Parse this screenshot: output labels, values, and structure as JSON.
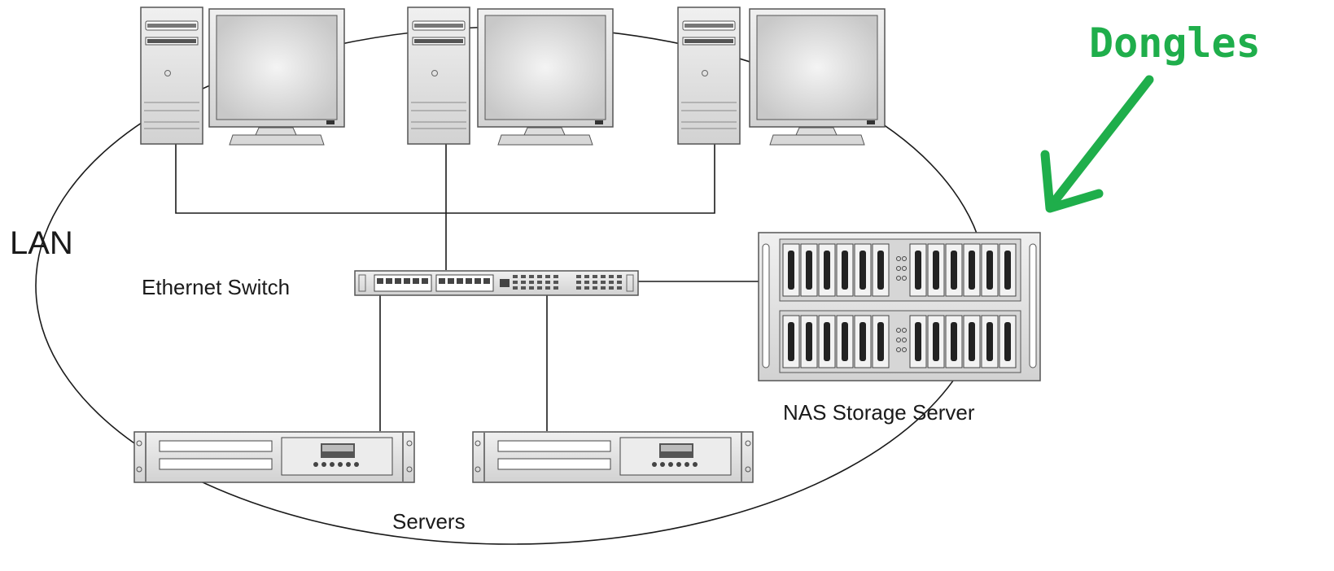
{
  "labels": {
    "network": "LAN",
    "switch": "Ethernet Switch",
    "nas": "NAS Storage Server",
    "servers": "Servers",
    "annotation": "Dongles"
  },
  "colors": {
    "annotation": "#1fae4b",
    "line": "#1a1a1a",
    "device_fill": "#e4e4e4",
    "device_stroke": "#555555"
  },
  "icons": [
    "tower-pc-icon",
    "monitor-icon",
    "ethernet-switch-icon",
    "nas-storage-icon",
    "rack-server-icon",
    "arrow-icon"
  ]
}
